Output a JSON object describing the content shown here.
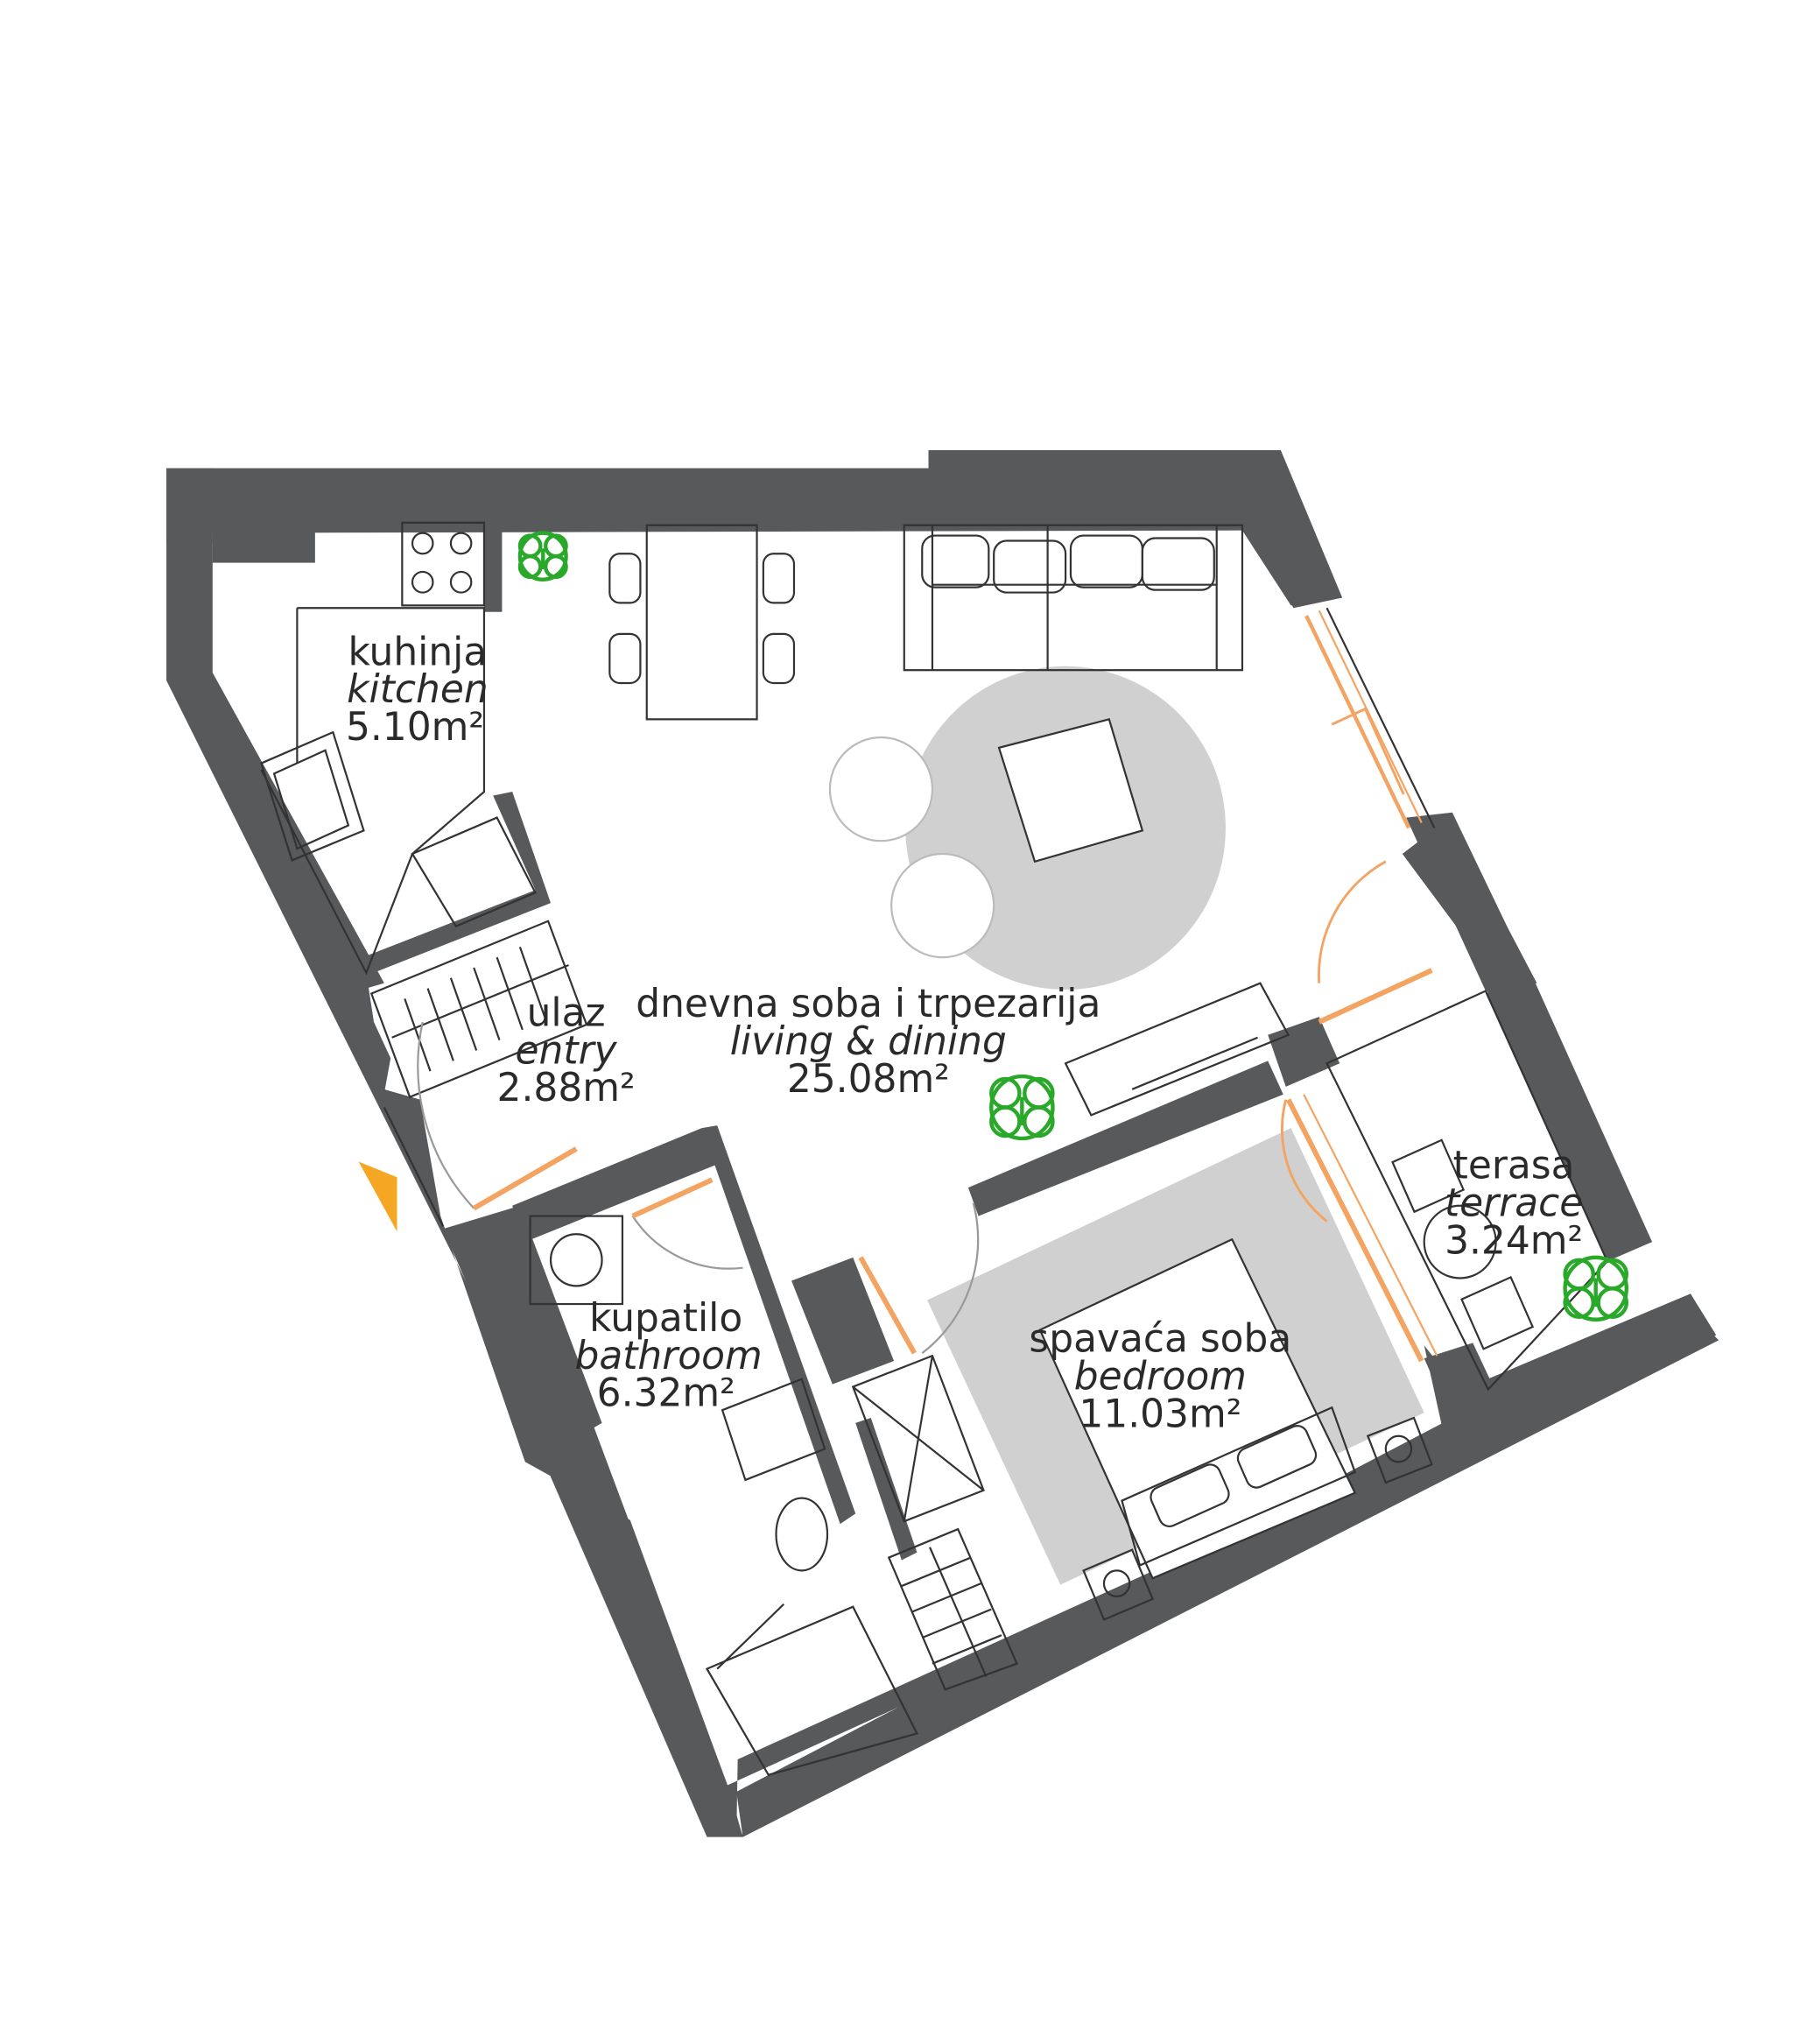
{
  "colors": {
    "wall": "#58595b",
    "furniture_line": "#333333",
    "rug": "#d0d0d0",
    "door_accent": "#f4a462",
    "entry_marker": "#f5a623",
    "plant": "#2aa82a"
  },
  "rooms": [
    {
      "id": "kitchen",
      "name_local": "kuhinja",
      "name_en": "kitchen",
      "area": "5.10m²"
    },
    {
      "id": "living",
      "name_local": "dnevna soba i trpezarija",
      "name_en": "living & dining",
      "area": "25.08m²"
    },
    {
      "id": "entry",
      "name_local": "ulaz",
      "name_en": "entry",
      "area": "2.88m²"
    },
    {
      "id": "bathroom",
      "name_local": "kupatilo",
      "name_en": "bathroom",
      "area": "6.32m²"
    },
    {
      "id": "bedroom",
      "name_local": "spavaća soba",
      "name_en": "bedroom",
      "area": "11.03m²"
    },
    {
      "id": "terrace",
      "name_local": "terasa",
      "name_en": "terrace",
      "area": "3.24m²"
    }
  ],
  "icons": {
    "entry_marker": "entry-arrow-icon",
    "plant": "plant-icon"
  }
}
